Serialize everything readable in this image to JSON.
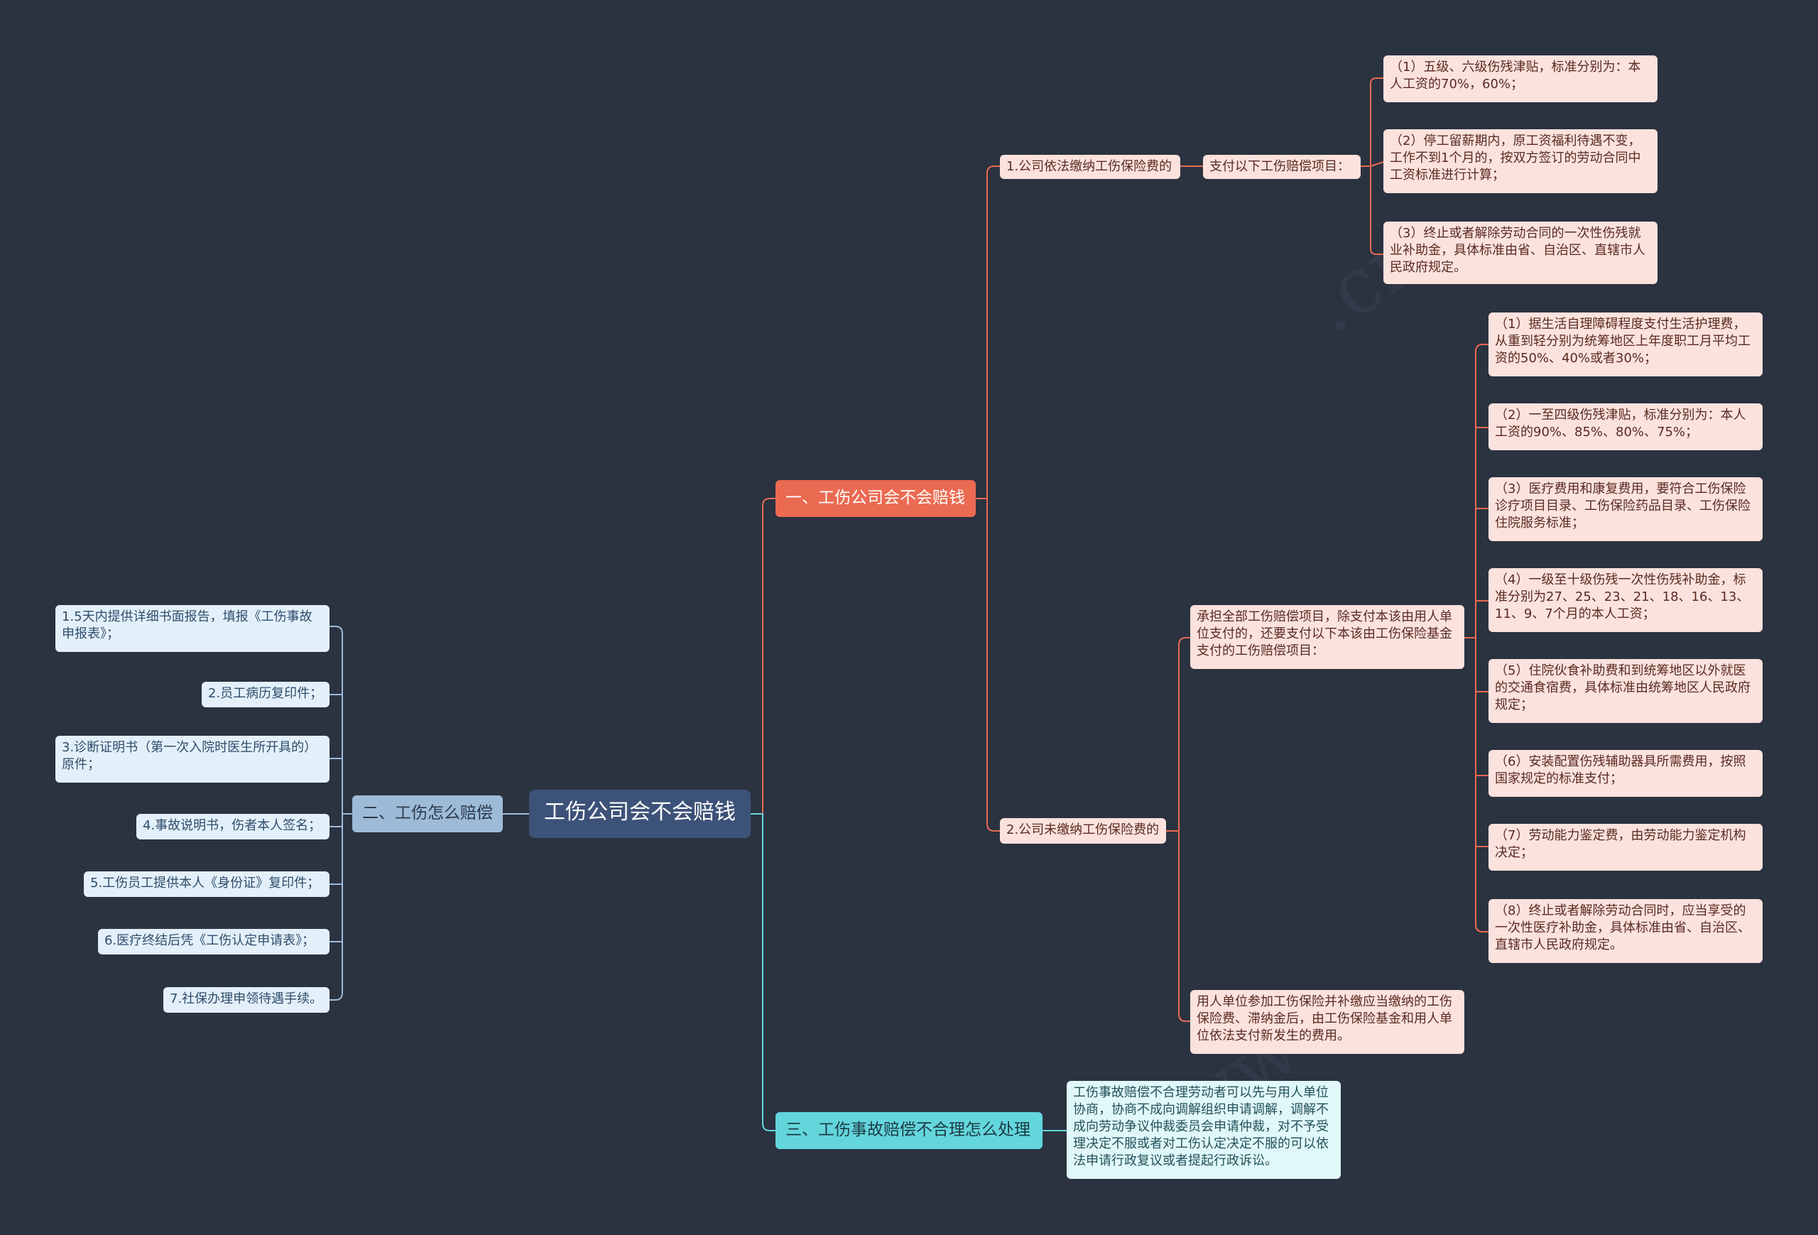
{
  "root": {
    "label": "工伤公司会不会赔钱"
  },
  "branch1": {
    "label": "一、工伤公司会不会赔钱",
    "sub1": {
      "label": "1.公司依法缴纳工伤保险费的",
      "mid": "支付以下工伤赔偿项目：",
      "items": [
        "（1）五级、六级伤残津贴，标准分别为：本人工资的70%，60%；",
        "（2）停工留薪期内，原工资福利待遇不变，工作不到1个月的，按双方签订的劳动合同中工资标准进行计算；",
        "（3）终止或者解除劳动合同的一次性伤残就业补助金，具体标准由省、自治区、直辖市人民政府规定。"
      ]
    },
    "sub2": {
      "label": "2.公司未缴纳工伤保险费的",
      "mid": "承担全部工伤赔偿项目，除支付本该由用人单位支付的，还要支付以下本该由工伤保险基金支付的工伤赔偿项目：",
      "items": [
        "（1）据生活自理障碍程度支付生活护理费，从重到轻分别为统筹地区上年度职工月平均工资的50%、40%或者30%；",
        "（2）一至四级伤残津贴，标准分别为：本人工资的90%、85%、80%、75%；",
        "（3）医疗费用和康复费用，要符合工伤保险诊疗项目目录、工伤保险药品目录、工伤保险住院服务标准；",
        "（4）一级至十级伤残一次性伤残补助金，标准分别为27、25、23、21、18、16、13、11、9、7个月的本人工资；",
        "（5）住院伙食补助费和到统筹地区以外就医的交通食宿费，具体标准由统筹地区人民政府规定；",
        "（6）安装配置伤残辅助器具所需费用，按照国家规定的标准支付；",
        "（7）劳动能力鉴定费，由劳动能力鉴定机构决定；",
        "（8）终止或者解除劳动合同时，应当享受的一次性医疗补助金，具体标准由省、自治区、直辖市人民政府规定。"
      ],
      "extra": "用人单位参加工伤保险并补缴应当缴纳的工伤保险费、滞纳金后，由工伤保险基金和用人单位依法支付新发生的费用。"
    }
  },
  "branch2": {
    "label": "二、工伤怎么赔偿",
    "items": [
      "1.5天内提供详细书面报告，填报《工伤事故申报表》；",
      "2.员工病历复印件；",
      "3.诊断证明书（第一次入院时医生所开具的）原件；",
      "4.事故说明书，伤者本人签名；",
      "5.工伤员工提供本人《身份证》复印件；",
      "6.医疗终结后凭《工伤认定申请表》；",
      "7.社保办理申领待遇手续。"
    ]
  },
  "branch3": {
    "label": "三、工伤事故赔偿不合理怎么处理",
    "text": "工伤事故赔偿不合理劳动者可以先与用人单位协商，协商不成向调解组织申请调解，调解不成向劳动争议仲裁委员会申请仲裁，对不予受理决定不服或者对工伤认定决定不服的可以依法申请行政复议或者提起行政诉讼。"
  },
  "colors": {
    "background": "#2b3240",
    "root": "#3d5278",
    "branch1": "#ea6a52",
    "branch2": "#9dbbd7",
    "branch3": "#63d6dc",
    "leaf_pink": "#fbe2dd",
    "leaf_blue": "#e3f0fa",
    "leaf_cyan": "#e0f8f9"
  }
}
